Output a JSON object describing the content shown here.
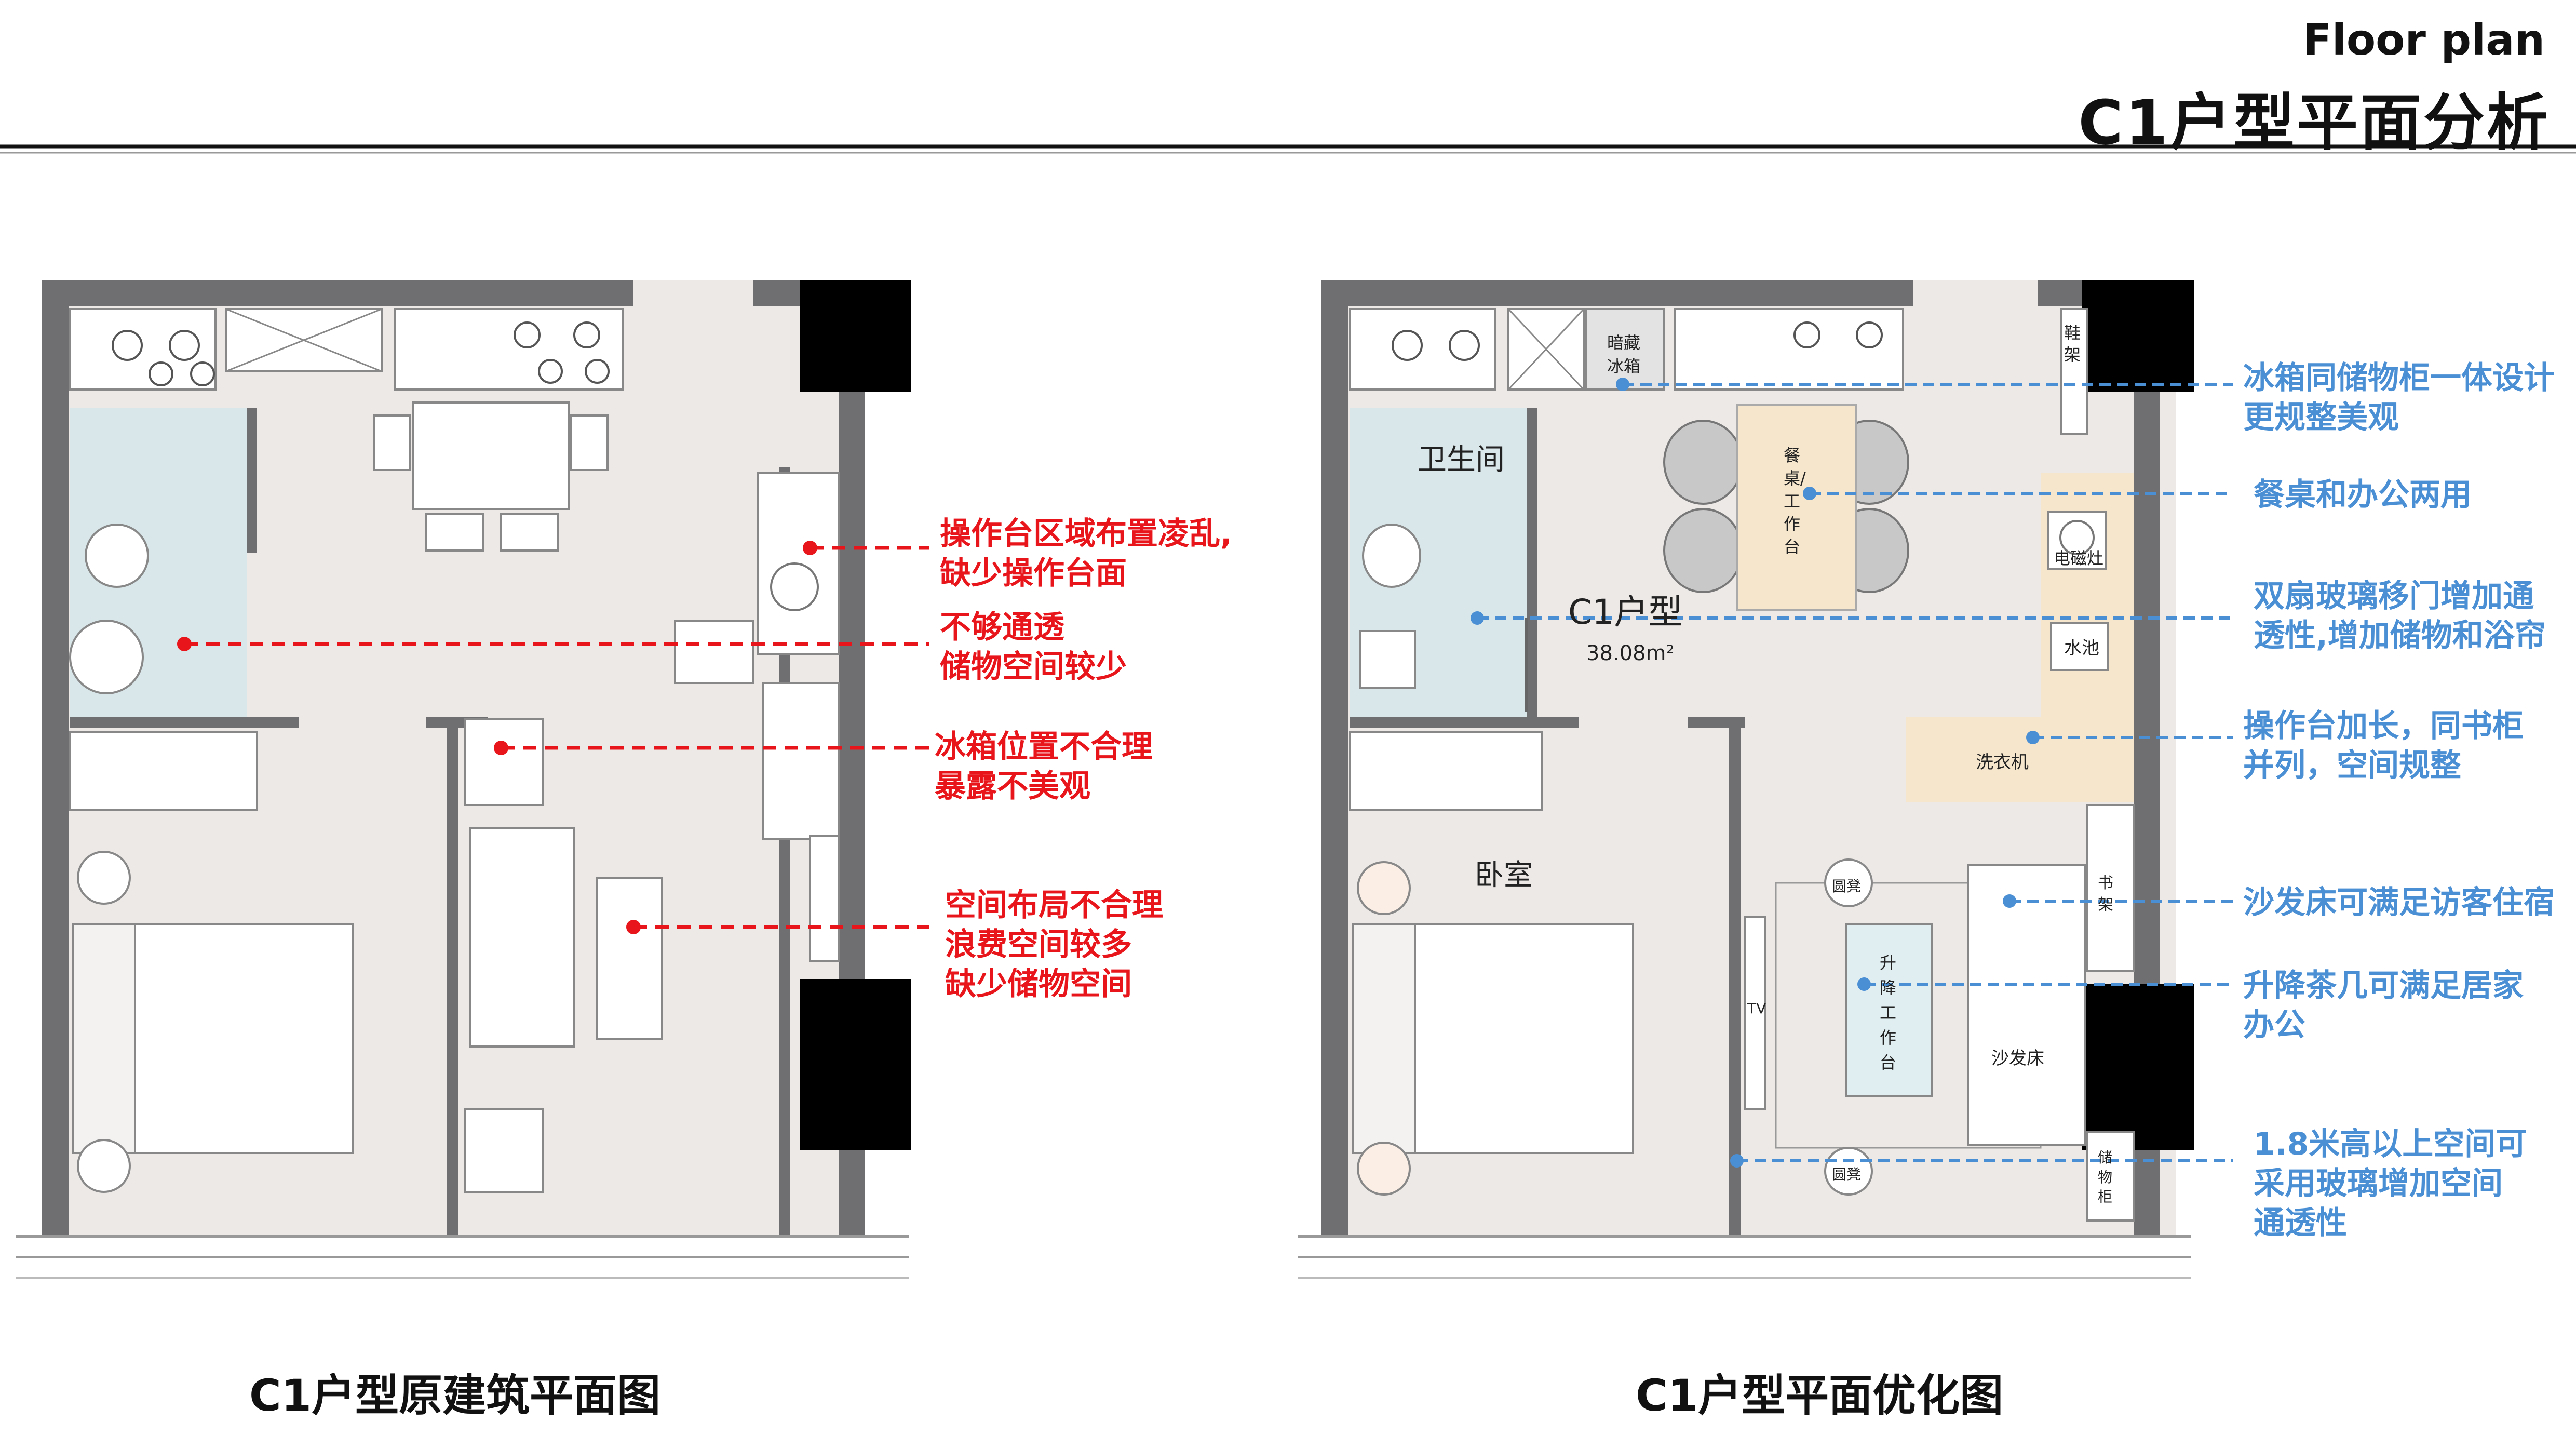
{
  "header": {
    "subtitle_en": "Floor plan",
    "title": "C1户型平面分析"
  },
  "captions": {
    "left": "C1户型原建筑平面图",
    "right": "C1户型平面优化图"
  },
  "left_annotations": [
    {
      "lines": [
        "操作台区域布置凌乱,",
        "缺少操作台面"
      ]
    },
    {
      "lines": [
        "不够通透",
        "储物空间较少"
      ]
    },
    {
      "lines": [
        "冰箱位置不合理",
        "暴露不美观"
      ]
    },
    {
      "lines": [
        "空间布局不合理",
        "浪费空间较多",
        "缺少储物空间"
      ]
    }
  ],
  "right_annotations": [
    {
      "lines": [
        "冰箱同储物柜一体设计",
        "更规整美观"
      ]
    },
    {
      "lines": [
        "餐桌和办公两用"
      ]
    },
    {
      "lines": [
        "双扇玻璃移门增加通",
        "透性,增加储物和浴帘"
      ]
    },
    {
      "lines": [
        "操作台加长，同书柜",
        "并列，空间规整"
      ]
    },
    {
      "lines": [
        "沙发床可满足访客住宿"
      ]
    },
    {
      "lines": [
        "升降茶几可满足居家",
        "办公"
      ]
    },
    {
      "lines": [
        "1.8米高以上空间可",
        "采用玻璃增加空间",
        "通透性"
      ]
    }
  ],
  "plan_labels": {
    "bathroom": "卫生间",
    "unit_type": "C1户型",
    "area": "38.08m²",
    "bedroom": "卧室",
    "fridge_line1": "暗藏",
    "fridge_line2": "冰箱",
    "dining_table": "餐桌/工作台",
    "shoe_cabinet": "鞋架",
    "induction_cooker": "电磁灶",
    "sink": "水池",
    "washer": "洗衣机",
    "bookshelf": "书架",
    "stool_top": "圆凳",
    "stool_bottom": "圆凳",
    "lift_table": "升降工作台",
    "sofa_bed": "沙发床",
    "tv": "TV",
    "storage": "储物柜"
  },
  "colors": {
    "wall": "#6f6f71",
    "floor": "#ece9e7",
    "bath": "#d9e7ea",
    "counter": "#f6e6cc",
    "red": "#e8161b",
    "blue": "#4a8fd4"
  }
}
